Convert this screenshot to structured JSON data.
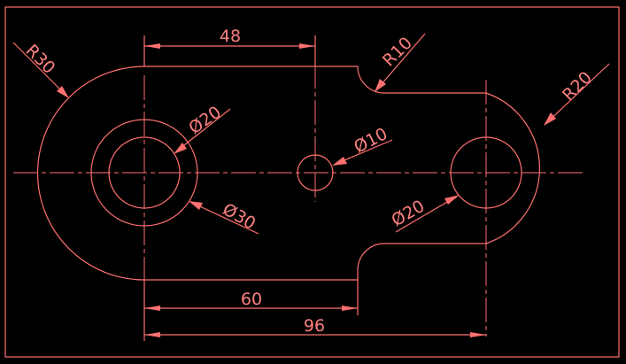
{
  "colors": {
    "background": "#000000",
    "line": "#ff7070",
    "text": "#ff8080"
  },
  "dimensions": {
    "top_width": "48",
    "radius_left": "R30",
    "radius_fillet": "R10",
    "radius_right": "R20",
    "dia_left_inner": "Ø20",
    "dia_left_outer": "Ø30",
    "dia_center": "Ø10",
    "dia_right": "Ø20",
    "bottom_60": "60",
    "bottom_96": "96"
  }
}
